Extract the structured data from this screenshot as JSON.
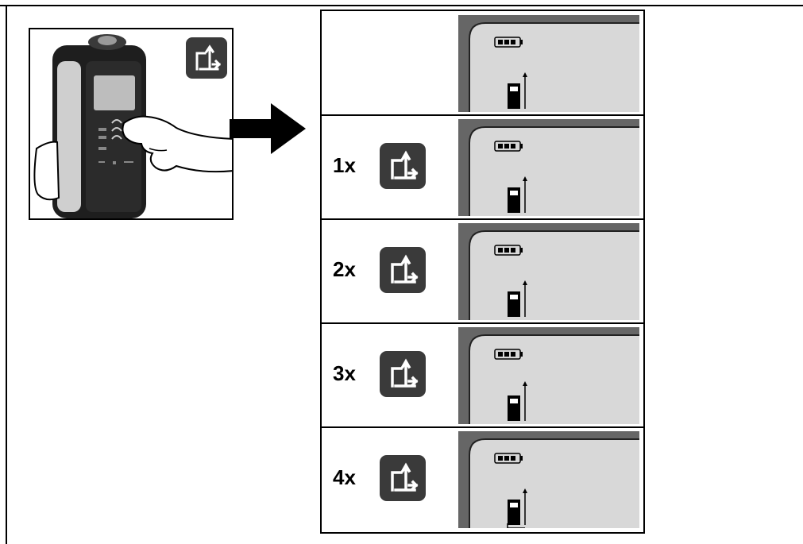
{
  "steps": [
    {
      "label": ""
    },
    {
      "label": "1x"
    },
    {
      "label": "2x"
    },
    {
      "label": "3x"
    },
    {
      "label": "4x"
    }
  ],
  "icons": {
    "mode_button": "measuring-reference-icon",
    "arrow": "right-arrow-icon",
    "battery": "battery-icon",
    "reference": "reference-point-icon"
  },
  "colors": {
    "icon_bg": "#3a3a3a",
    "lcd_bg": "#d8d8d8",
    "lcd_border": "#666666"
  }
}
